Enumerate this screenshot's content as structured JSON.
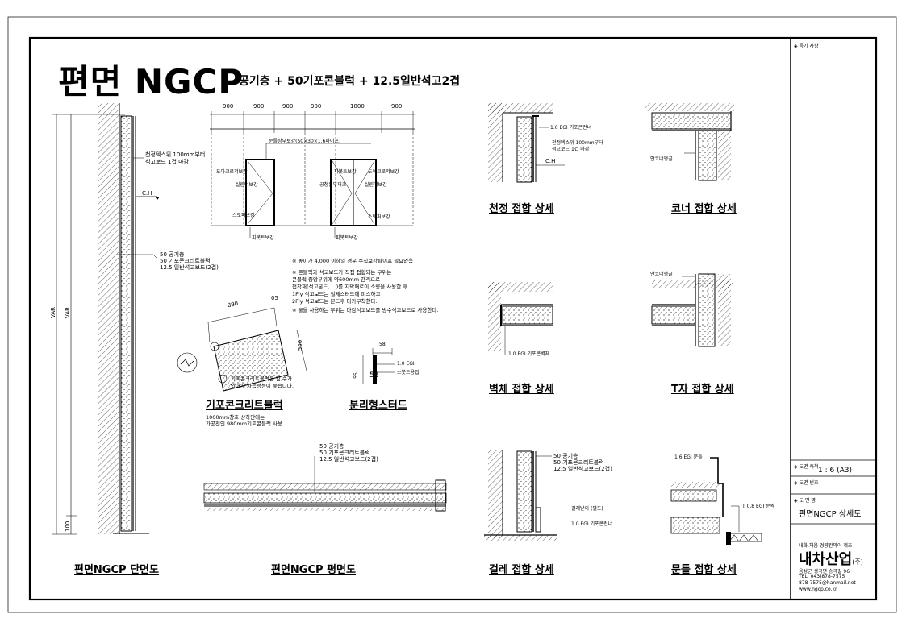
{
  "title": {
    "main": "편면 NGCP",
    "sub": "공기층 + 50기포콘블럭 + 12.5일반석고2겹"
  },
  "dims_top": [
    "900",
    "900",
    "900",
    "900",
    "1800",
    "900"
  ],
  "labels": {
    "ch": "C.H",
    "var1": "VAR",
    "var2": "VAR",
    "dim100": "100",
    "ceiling_note1": "천정텍스위 100mm부터",
    "ceiling_note2": "석고보드 1겹 마감",
    "layers": [
      "50   공기층",
      "50   기포콘크리트블럭",
      "12.5 일반석고보드(2겹)"
    ],
    "door_top": "문틀상부보강(50×30×1.6파이프)",
    "door_left1": "도아크로저보강",
    "door_left2": "실린더보강",
    "door_left3": "스토퍼보강",
    "door_left4": "피봇트보강",
    "door_right1": "피봇트보강",
    "door_right1b": "도아크로저보강",
    "door_right2": "공청유부재크",
    "door_right2b": "실린더보강",
    "door_right3": "스토퍼보강",
    "door_right4": "피봇트보강",
    "block_dim_w": "890",
    "block_dim_t": "05",
    "block_dim_h": "500",
    "block_note1": "기포콘크리트블럭은 암,수가",
    "block_note2": "있어서 차음성능이 좋습니다.",
    "stud_dim_w": "58",
    "stud_dim_h": "55",
    "stud_dim_53": "53",
    "stud_egi": "1.0 EGI",
    "stud_name": "스붓트용접",
    "ceiling_egi": "1.0 EGI 기포콘런너",
    "ceil_note1": "천정텍스위 100mm부터",
    "ceil_note2": "석고보드 1겹 마감",
    "corner_angle": "안코너앵글",
    "t_angle": "안코너앵글",
    "wall_egi": "1.0 EGI 기포콘벽체",
    "base_layers": [
      "50   공기층",
      "50   기포콘크리트블럭",
      "12.5 일반석고보드(2겹)"
    ],
    "base_note": "걸레받이 (별도)",
    "base_egi": "1.0 EGI 기포콘런너",
    "plan_layers": [
      "50   공기층",
      "50   기포콘크리트블럭",
      "12.5 일반석고보드(2겹)"
    ],
    "frame_egi1": "1.6 EGI 문틀",
    "frame_egi2": "T 0.8 EGI 문짝"
  },
  "notes": [
    "※ 높이가 4,000 이하일 경우 수직보강파이프 필요없음",
    "※ 콘블럭과 석고보드가 직접 접합되는 부위는",
    "   콘블럭 중앙부위에 약600mm 간격으로",
    "   접착재(석고본드, ...)를 지막패로이 소량을 사용한 후",
    "   1Fly 석고보드는 철제스터드에 피스하고",
    "   2Fly 석고보드는 본드후 타카부착한다.",
    "※ 물을 사용하는 부위는 마감석고보드를 방수석고보드로 사용한다."
  ],
  "captions": {
    "block": "기포콘크리트블럭",
    "block_sub1": "1000mm창호 상하단에는",
    "block_sub2": "가공전인 980mm기포콘블럭 사용",
    "stud": "분리형스터드",
    "section": "편면NGCP 단면도",
    "plan": "편면NGCP 평면도",
    "ceiling": "천정 접합 상세",
    "corner": "코너 접합 상세",
    "wall": "벽체 접합 상세",
    "tjoint": "T자 접합 상세",
    "base": "걸레 접합 상세",
    "frame": "문틀 접합 상세"
  },
  "titleblock": {
    "special_label": "◈ 특기 사항",
    "scale_label": "◈ 도면 축척",
    "scale_value": "1 : 6 (A3)",
    "number_label": "◈ 도면 번호",
    "name_label": "◈ 도 면 명",
    "name_value": "편면NGCP 상세도",
    "maker_label": "내화.차음 경량칸막이 제조",
    "company": "내차산업",
    "company_suffix": "(주)",
    "address": "음성군 생극면 송곡길 96",
    "tel": "TEL. 043)878-7575",
    "email": "878-7575@hanmail.net",
    "web": "www.ngcp.co.kr"
  }
}
